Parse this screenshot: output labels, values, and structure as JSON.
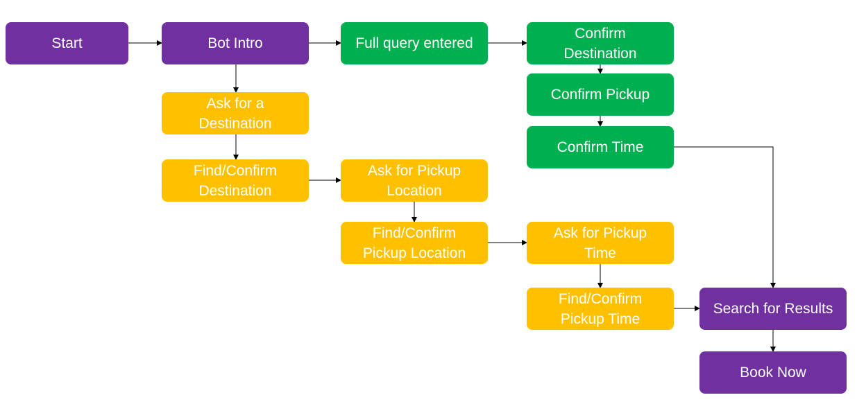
{
  "nodes": {
    "start": "Start",
    "bot_intro": "Bot Intro",
    "full_query": "Full query entered",
    "confirm_destination": "Confirm\nDestination",
    "confirm_pickup": "Confirm Pickup",
    "confirm_time": "Confirm Time",
    "ask_destination": "Ask for a\nDestination",
    "find_confirm_destination": "Find/Confirm\nDestination",
    "ask_pickup_location": "Ask for Pickup\nLocation",
    "find_confirm_pickup_location": "Find/Confirm\nPickup Location",
    "ask_pickup_time": "Ask for Pickup\nTime",
    "find_confirm_pickup_time": "Find/Confirm\nPickup Time",
    "search_results": "Search for Results",
    "book_now": "Book Now"
  },
  "colors": {
    "purple": "#7030a0",
    "green": "#00b050",
    "yellow": "#ffc000",
    "text": "#ffffff",
    "connector": "#000000"
  }
}
